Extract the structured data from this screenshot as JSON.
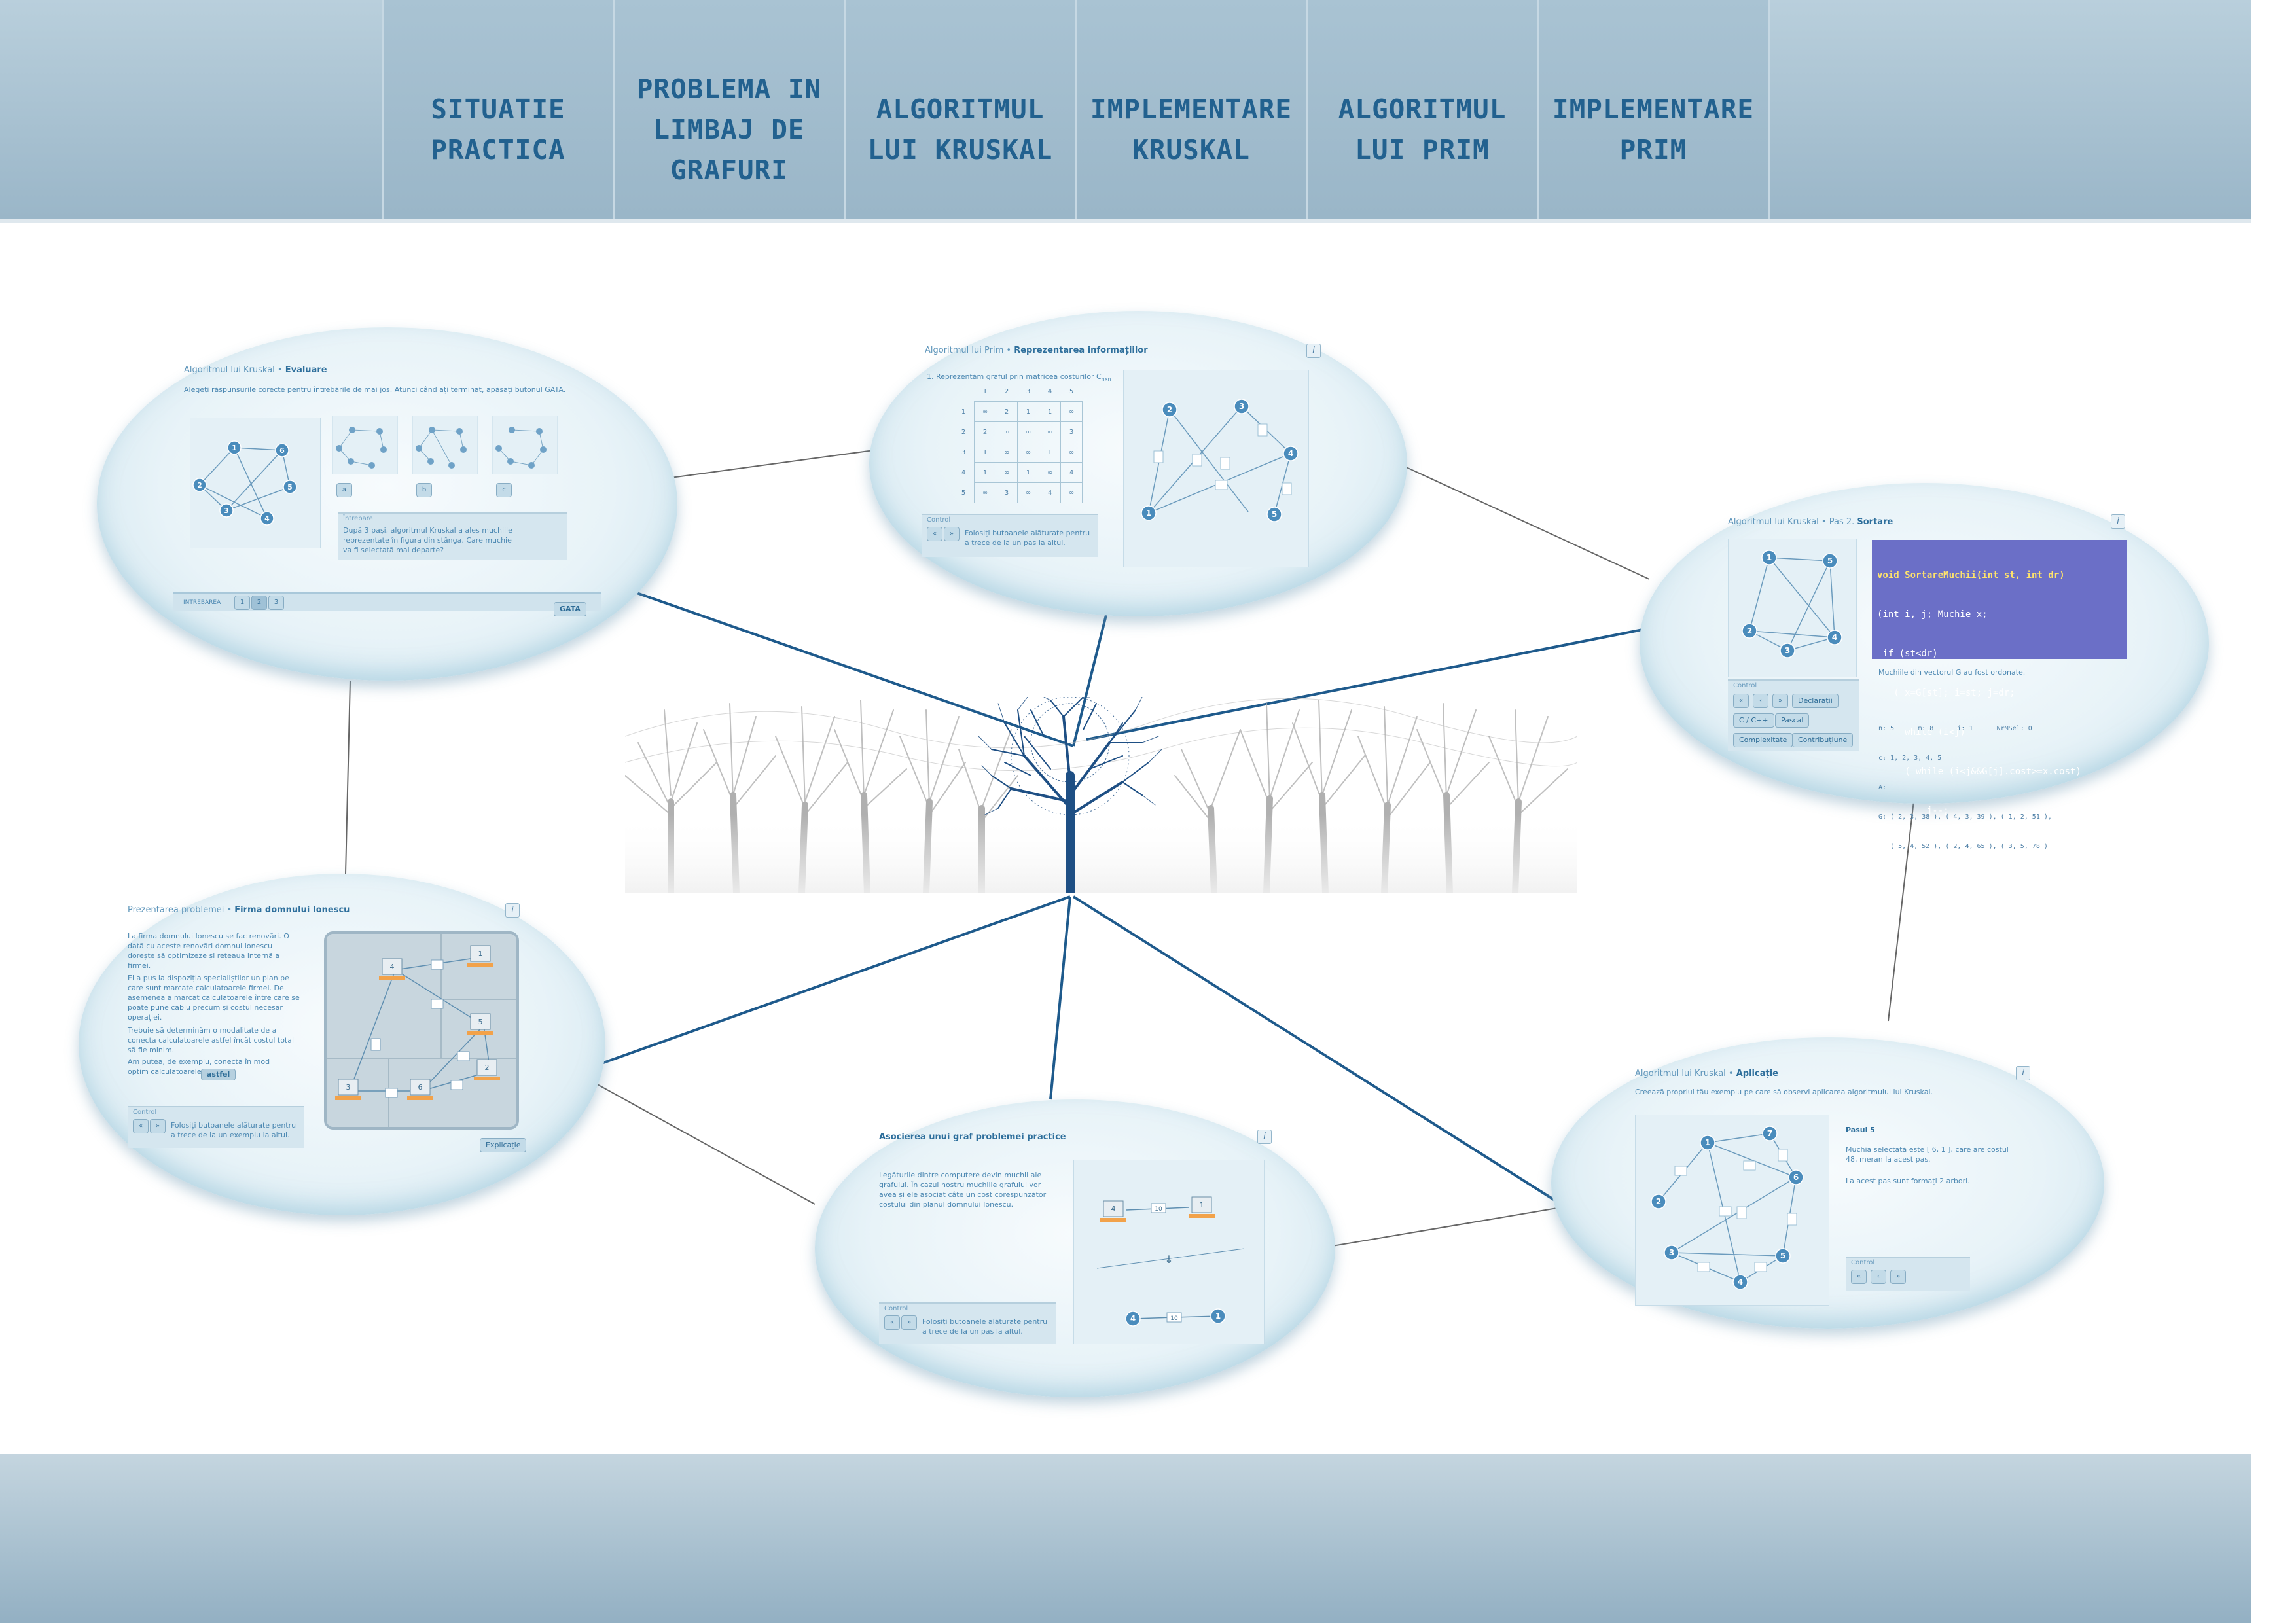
{
  "nav": {
    "tabs": [
      {
        "label": "SITUATIE PRACTICA"
      },
      {
        "label": "PROBLEMA IN LIMBAJ DE GRAFURI"
      },
      {
        "label": "ALGORITMUL LUI KRUSKAL"
      },
      {
        "label": "IMPLEMENTARE KRUSKAL"
      },
      {
        "label": "ALGORITMUL LUI PRIM"
      },
      {
        "label": "IMPLEMENTARE PRIM"
      }
    ]
  },
  "panels": {
    "evaluare": {
      "crumb": "Algoritmul lui Kruskal",
      "title": "Evaluare",
      "instructions": "Alegeți răspunsurile corecte pentru întrebările de mai jos. Atunci când ați terminat, apăsați butonul GATA.",
      "choices": [
        "a",
        "b",
        "c"
      ],
      "question_label": "Întrebare",
      "question": "După 3 pași, algoritmul Kruskal a ales muchiile reprezentate în figura din stânga. Care muchie va fi selectată mai departe?",
      "bottom_label": "INTREBAREA",
      "pages": [
        "1",
        "2",
        "3"
      ],
      "done_button": "GATA"
    },
    "prim_repr": {
      "crumb": "Algoritmul lui Prim",
      "title": "Reprezentarea informațiilor",
      "step": "1. Reprezentăm graful prin matricea costurilor C",
      "step_sub": "nxn",
      "matrix_headers": [
        "1",
        "2",
        "3",
        "4",
        "5"
      ],
      "matrix_rows": [
        [
          "∞",
          "2",
          "1",
          "1",
          "∞"
        ],
        [
          "2",
          "∞",
          "∞",
          "∞",
          "3"
        ],
        [
          "1",
          "∞",
          "∞",
          "1",
          "∞"
        ],
        [
          "1",
          "∞",
          "1",
          "∞",
          "4"
        ],
        [
          "∞",
          "3",
          "∞",
          "4",
          "∞"
        ]
      ],
      "control_label": "Control",
      "control_text": "Folosiți butoanele alăturate pentru a trece de la un pas la altul."
    },
    "sortare": {
      "crumb": "Algoritmul lui Kruskal",
      "crumb_step": "Pas 2.",
      "title": "Sortare",
      "code_lines": [
        "void SortareMuchii(int st, int dr)",
        "(int i, j; Muchie x;",
        " if (st<dr)",
        "   ( x=G[st]; i=st; j=dr;",
        "     while (i<j)",
        "     ( while (i<j&&G[j].cost>=x.cost)",
        "         j--;",
        "       G[i]=G[j];",
        "       while (i<j && G[i].cost<=x.cost)"
      ],
      "status": "Muchiile din vectorul G au fost ordonate.",
      "control_label": "Control",
      "buttons": [
        "Declarații",
        "C / C++",
        "Pascal",
        "Complexitate",
        "Contribuțiune"
      ],
      "vars_line": "n: 5      m: 8      i: 1      NrMSel: 0",
      "c_line": "c: 1, 2, 3, 4, 5",
      "a_line": "A:",
      "g_line1": "G: ( 2, 3, 38 ), ( 4, 3, 39 ), ( 1, 2, 51 ),",
      "g_line2": "   ( 5, 4, 52 ), ( 2, 4, 65 ), ( 3, 5, 78 )"
    },
    "prezentare": {
      "crumb": "Prezentarea problemei",
      "title": "Firma domnului Ionescu",
      "paragraphs": [
        "La firma domnului Ionescu se fac renovări. O dată cu aceste renovări domnul Ionescu dorește să optimizeze și rețeaua internă a firmei.",
        "El a pus la dispoziția specialiștilor un plan pe care sunt marcate calculatoarele firmei. De asemenea a marcat calculatoarele între care se poate pune cablu precum și costul necesar operației.",
        "Trebuie să determinăm o modalitate de a conecta calculatoarele astfel încât costul total să fie minim.",
        "Am putea, de exemplu, conecta în mod optim calculatoarele firmei"
      ],
      "highlight": "astfel",
      "control_label": "Control",
      "control_text": "Folosiți butoanele alăturate pentru a trece de la un exemplu la altul.",
      "explain_button": "Explicație"
    },
    "asociere": {
      "title": "Asocierea unui graf problemei practice",
      "text": "Legăturile dintre computere devin muchii ale grafului. În cazul nostru muchiile grafului vor avea și ele asociat câte un cost corespunzător costului din planul domnului Ionescu.",
      "control_label": "Control",
      "control_text": "Folosiți butoanele alăturate pentru a trece de la un pas la altul."
    },
    "aplicatie": {
      "crumb": "Algoritmul lui Kruskal",
      "title": "Aplicație",
      "subtitle": "Creează propriul tău exemplu pe care să observi aplicarea algoritmului lui Kruskal.",
      "step_title": "Pasul 5",
      "step_text": "Muchia selectată este [ 6, 1 ], care are costul 48, meran la acest pas.",
      "step_note": "La acest pas sunt formați 2 arbori.",
      "control_label": "Control"
    }
  },
  "colors": {
    "nav_bg": "#9ab6c8",
    "nav_text": "#22618f",
    "accent": "#2e6f9c",
    "connector_main": "#1e5a8c",
    "connector_thin": "#666666",
    "code_bg": "#6b6fc7",
    "tree_highlight": "#1e4f84",
    "tree_others": "#b0b0b0"
  }
}
